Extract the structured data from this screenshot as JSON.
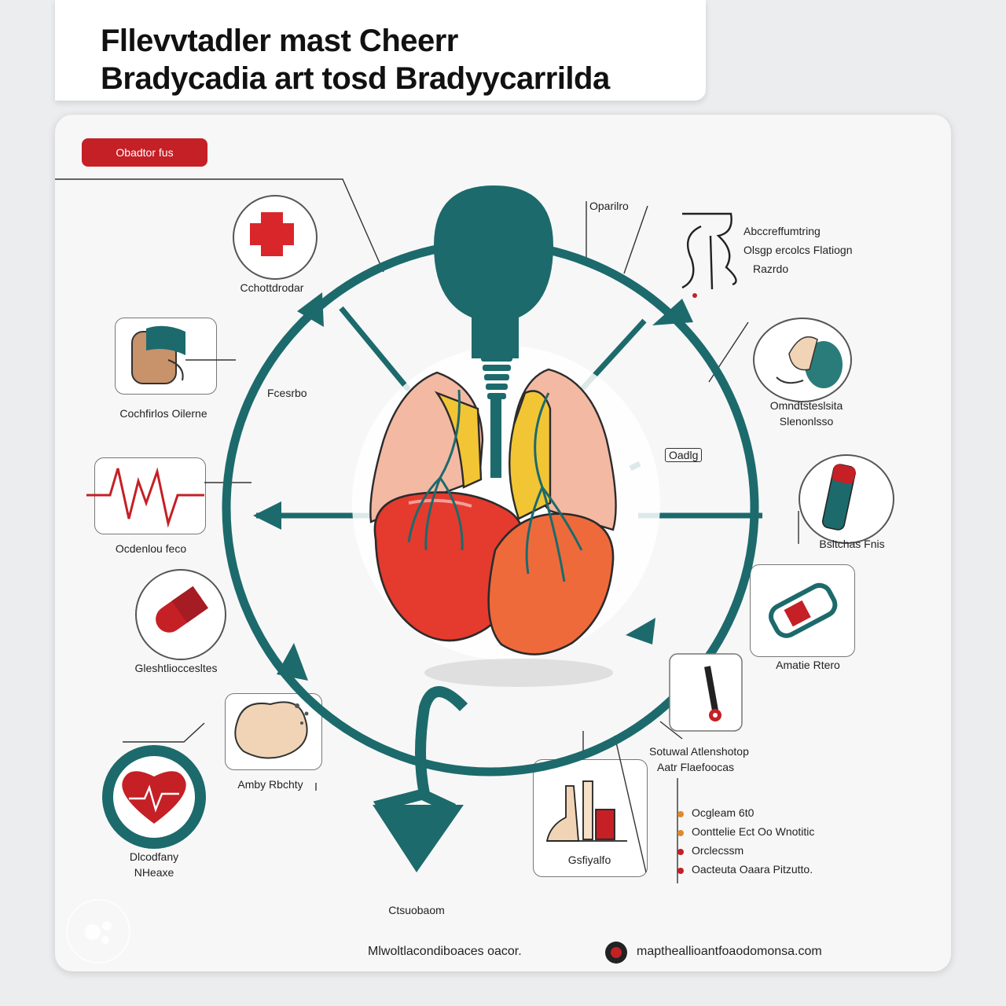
{
  "title": {
    "line1": "Fllevvtadler mast Cheerr",
    "line2": "Bradycadia art tosd Bradyycarrilda"
  },
  "tag": "Obadtor fus",
  "labels": {
    "top_right_label": "Oparilro",
    "top_right_block": [
      "Abccreffumtring",
      "Olsgp ercolcs Flatiogn",
      "Razrdo"
    ],
    "center_left": "Fcesrbo",
    "center_right": "Oadlg",
    "first_aid": "Cchottdrodar",
    "face": "Cochfirlos Oilerne",
    "ekg": "Ocdenlou feco",
    "pill": "Gleshtlioccesltes",
    "cells": "Amby Rbchty",
    "heart_badge": [
      "Dlcodfany",
      "NHeaxe"
    ],
    "lungs_icon": [
      "Omndtsteslsita",
      "Slenonlsso"
    ],
    "inhaler": "Bsltchas Fnis",
    "bandage": "Amatie Rtero",
    "sensor": [
      "Sotuwal Atlenshotop",
      "Aatr Flaefoocas"
    ],
    "chart": "Gsfiyalfo",
    "bottom": "Ctsuobaom",
    "bullets": [
      "Ocgleam 6t0",
      "Oonttelie Ect  Oo Wnotitic",
      "Orclecssm",
      "Oacteuta Oaara Pitzutto."
    ]
  },
  "footer": {
    "left": "Mlwoltlacondiboaces oacor.",
    "right": "maptheallioantfoaodomonsa.com"
  },
  "colors": {
    "teal": "#1c6a6c",
    "red": "#c42026",
    "heart": "#e53a2e",
    "lung": "#f3b9a3",
    "yellow": "#f2c534"
  },
  "icons": [
    "first-aid-cross-icon",
    "face-icon",
    "ekg-icon",
    "pill-icon",
    "cells-icon",
    "heart-badge-icon",
    "lungs-icon",
    "inhaler-icon",
    "bandage-icon",
    "sensor-icon",
    "bar-chart-icon",
    "cardio-stethoscope-icon"
  ]
}
